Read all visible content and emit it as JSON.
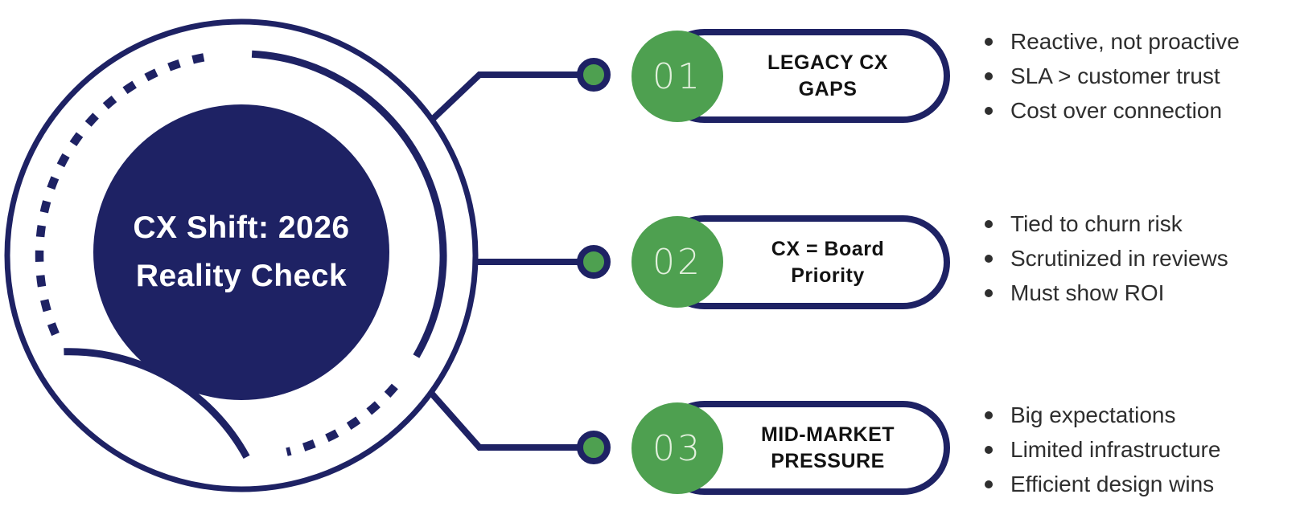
{
  "colors": {
    "navy": "#1e2264",
    "green": "#4ea050",
    "number_text": "#e2f0dd",
    "pill_text": "#121212",
    "bullet_text": "#2e2e2e",
    "center_text": "#ffffff",
    "background": "#ffffff"
  },
  "center": {
    "title_line1": "CX Shift: 2026",
    "title_line2": "Reality Check"
  },
  "items": [
    {
      "number": "01",
      "title": "LEGACY CX GAPS",
      "bullets": [
        "Reactive, not proactive",
        "SLA > customer trust",
        "Cost over connection"
      ]
    },
    {
      "number": "02",
      "title": "CX = Board Priority",
      "bullets": [
        "Tied to churn risk",
        "Scrutinized in reviews",
        "Must show ROI"
      ]
    },
    {
      "number": "03",
      "title": "MID-MARKET PRESSURE",
      "bullets": [
        "Big expectations",
        "Limited infrastructure",
        "Efficient design wins"
      ]
    }
  ]
}
